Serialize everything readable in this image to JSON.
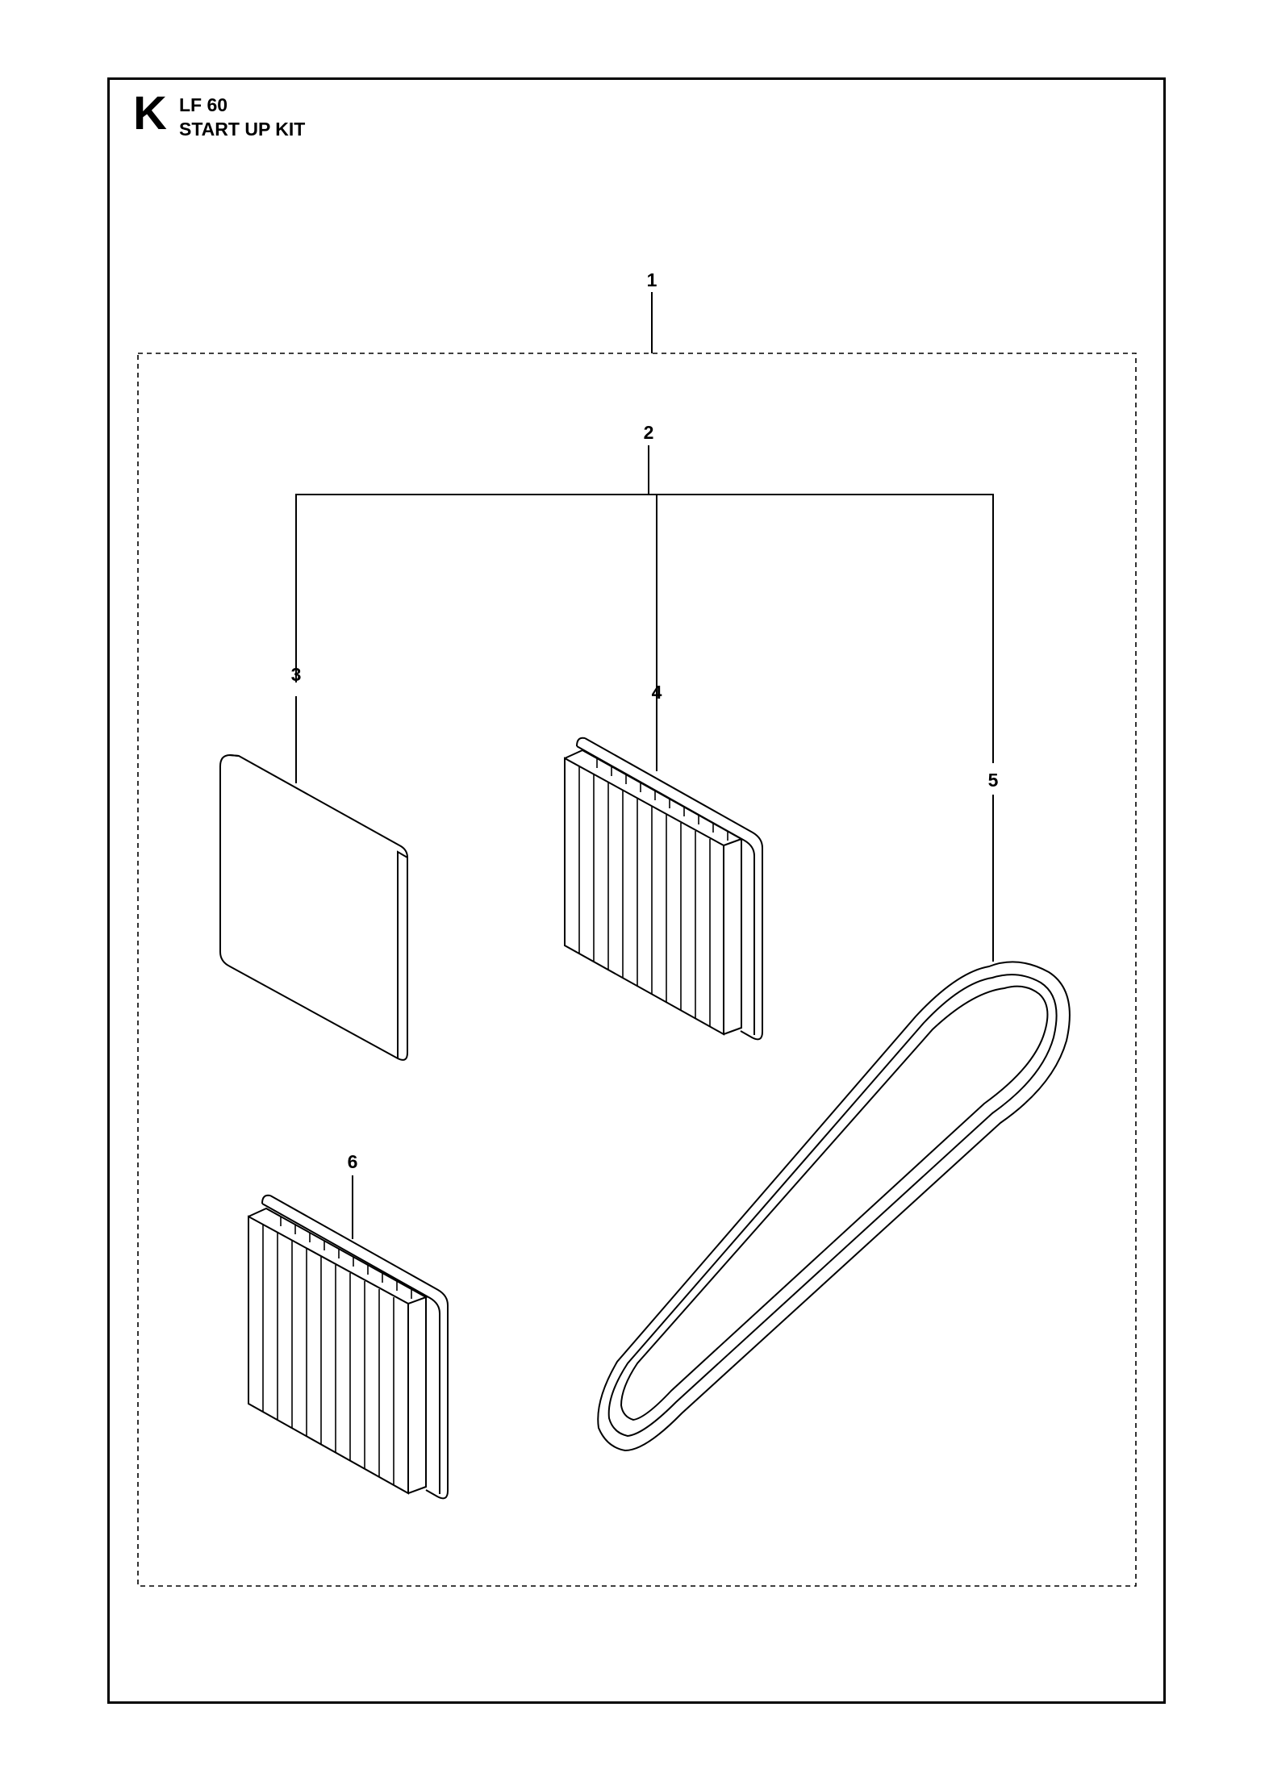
{
  "header": {
    "section_letter": "K",
    "model": "LF 60",
    "kit_name": "START UP KIT"
  },
  "callouts": [
    "1",
    "2",
    "3",
    "4",
    "5",
    "6"
  ],
  "colors": {
    "line": "#000000",
    "background": "#ffffff"
  }
}
